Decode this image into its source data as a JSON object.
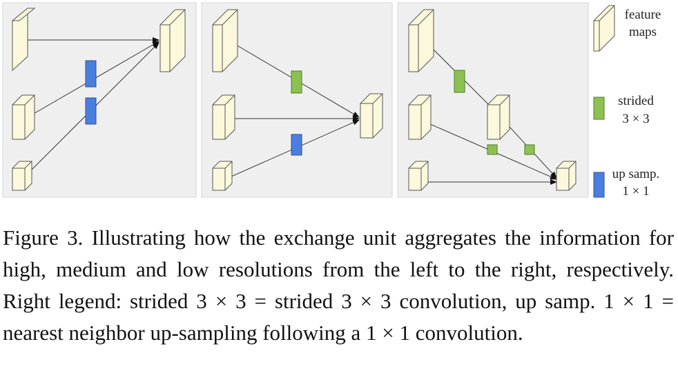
{
  "legend": {
    "feature_maps": [
      "feature",
      "maps"
    ],
    "strided": [
      "strided",
      "3 × 3"
    ],
    "upsamp": [
      "up samp.",
      "1 × 1"
    ]
  },
  "caption": "Figure 3. Illustrating how the exchange unit aggregates the information for high, medium and low resolutions from the left to the right, respectively. Right legend: strided 3 × 3 = strided 3 × 3 convolution, up samp. 1 × 1 = nearest neighbor up-sampling following a 1 × 1 convolution.",
  "colors": {
    "panel_bg": "#efefef",
    "feature_map": "#fbf8dc",
    "strided": "#8cc152",
    "upsample": "#4a7fe0",
    "outline": "#555555"
  }
}
